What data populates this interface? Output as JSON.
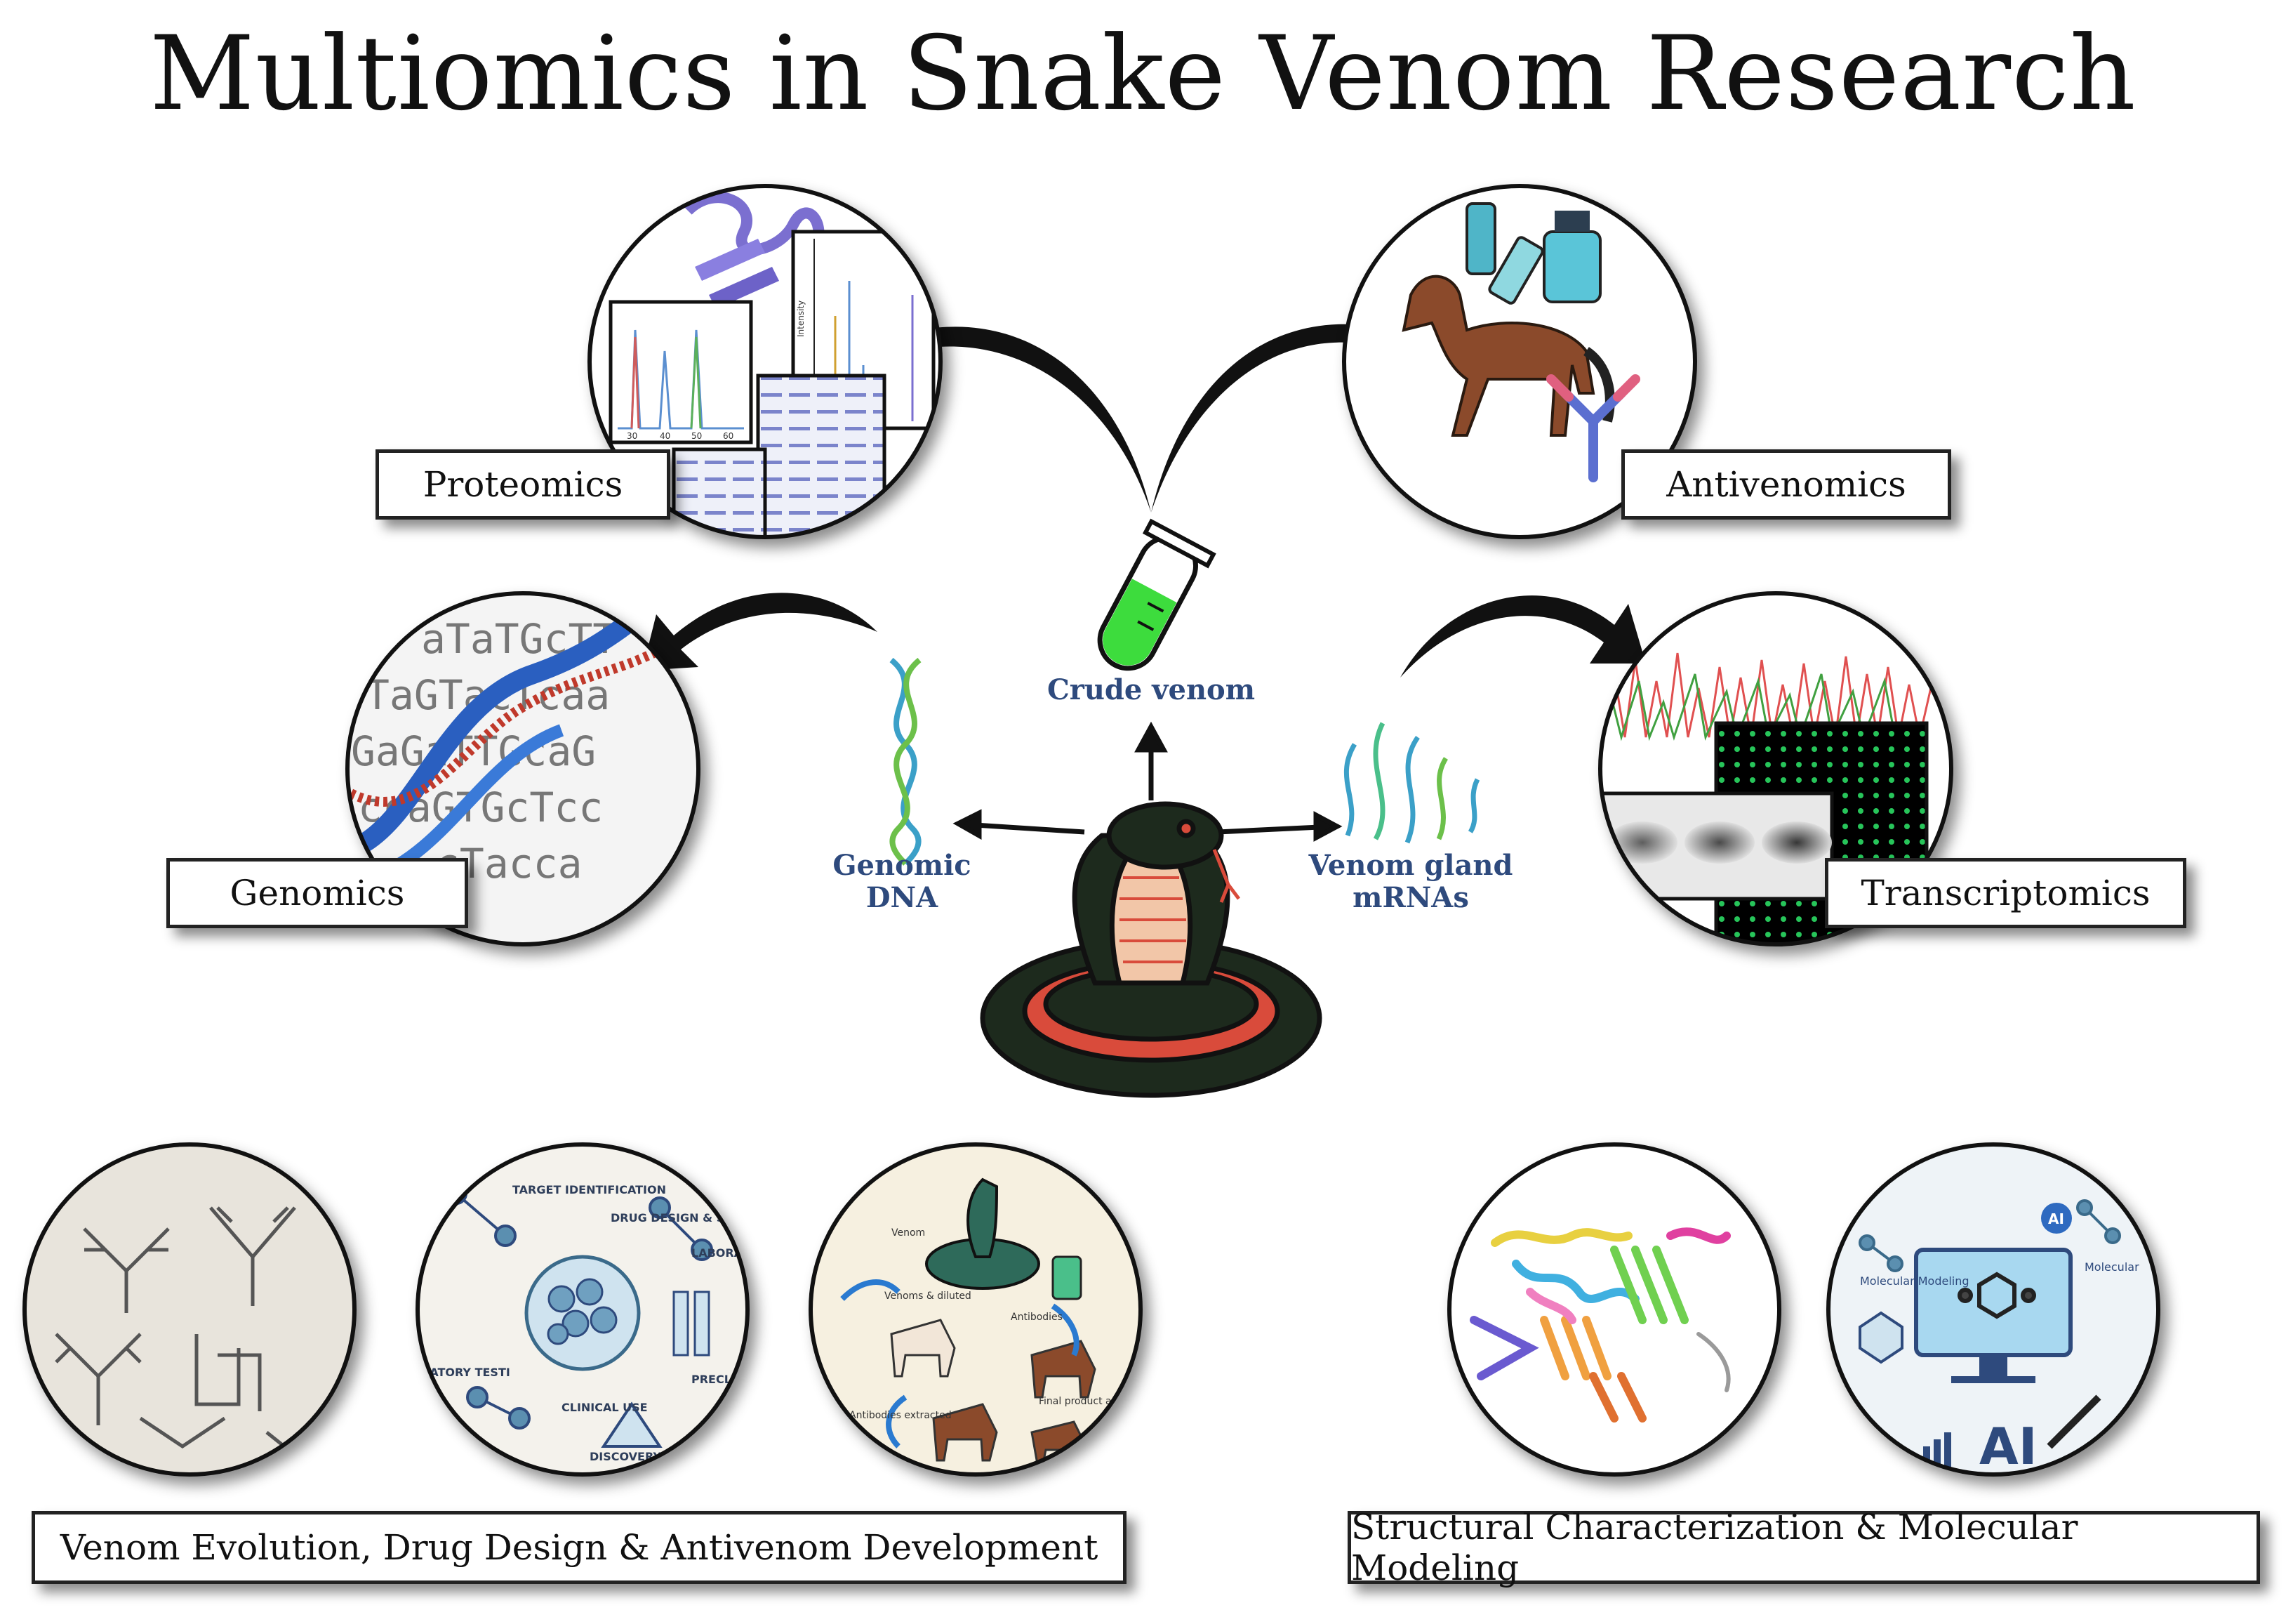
{
  "title": "Multiomics in Snake Venom Research",
  "modules": {
    "proteomics": "Proteomics",
    "antivenomics": "Antivenomics",
    "genomics": "Genomics",
    "transcriptomics": "Transcriptomics"
  },
  "sources": {
    "crude_venom": "Crude venom",
    "genomic_dna_1": "Genomic",
    "genomic_dna_2": "DNA",
    "mrna_1": "Venom gland",
    "mrna_2": "mRNAs"
  },
  "dna_text": {
    "line1": "aTaTGcTT",
    "line2": "TaGTacTcaa",
    "line3": "GaGaTTGcaG",
    "line4": "ccaGTGcTcc",
    "line5": "cTacca"
  },
  "chart_ticks": [
    "30",
    "40",
    "50",
    "60"
  ],
  "axis_intensity": "Intensity",
  "workflow_text": {
    "target": "TARGET IDENTIFICATION",
    "drug": "DRUG DESIGN & SYNTHESIS",
    "lab": "LABORA",
    "prec": "PRECLINICA",
    "clinical": "CLINICAL USE",
    "discovery": "DISCOVERY",
    "ratory": "RATORY TESTI",
    "venom": "Venom",
    "venoms_diluted": "Venoms & diluted",
    "antibodies": "Antibodies",
    "antibodies_extracted": "Antibodies extracted",
    "final": "Final product antivenom"
  },
  "modeling_text": {
    "ai": "AI",
    "molecular": "Molecular Modeling",
    "molecular2": "Molecular"
  },
  "bottom": {
    "left": "Venom Evolution, Drug Design & Antivenom Development",
    "right": "Structural Characterization & Molecular Modeling"
  },
  "colors": {
    "venom_green": "#3ddc3d",
    "label_blue": "#2e4a7d",
    "dna_blue": "#2a5fc0",
    "dna_red": "#c0392b",
    "horse_brown": "#8b4a2b",
    "snake_red": "#d94b3b"
  }
}
